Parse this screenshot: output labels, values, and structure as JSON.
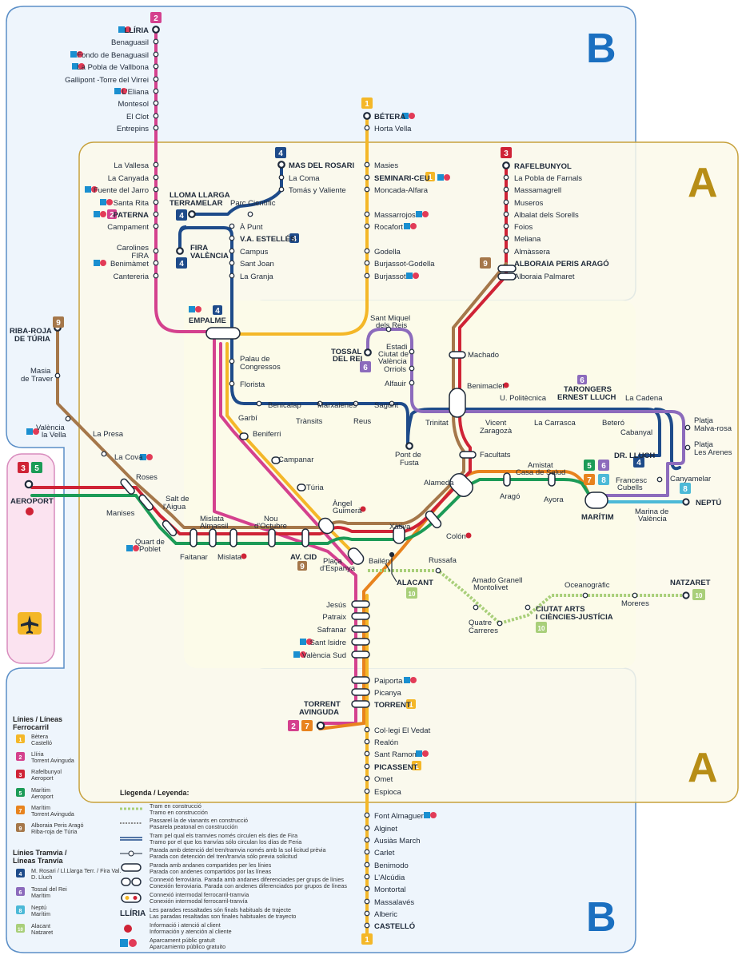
{
  "zones": {
    "a": "A",
    "b": "B"
  },
  "colors": {
    "l1": "#f4b728",
    "l2": "#d4418e",
    "l3": "#cf2336",
    "l5": "#1c9b57",
    "l7": "#e8831e",
    "l9": "#a5774a",
    "l4": "#1e4b8a",
    "l6": "#8c6bbc",
    "l8": "#4cb9d7",
    "l10": "#a9cf7a",
    "zoneA": "#c7a13c",
    "zoneB": "#5b8fc7",
    "airport": "#d88bbd"
  },
  "badges": {
    "l1": "1",
    "l2": "2",
    "l3": "3",
    "l4": "4",
    "l5": "5",
    "l6": "6",
    "l7": "7",
    "l8": "8",
    "l9": "9",
    "l10": "10"
  },
  "stations": {
    "lliria": "LLÍRIA",
    "benaguasil": "Benaguasil",
    "fondo": "Fondo de Benaguasil",
    "pobla_vallbona": "La Pobla de Vallbona",
    "gallipont": "Gallipont -Torre del Virrei",
    "leliana": "L'Eliana",
    "montesol": "Montesol",
    "elclot": "El Clot",
    "entrepins": "Entrepins",
    "vallesa": "La Vallesa",
    "canyada": "La Canyada",
    "fuente_jarro": "Fuente del Jarro",
    "santa_rita": "Santa Rita",
    "paterna": "PATERNA",
    "campament": "Campament",
    "carolines": "Carolines",
    "fira_c": "FIRA",
    "benimamet": "Benimàmet",
    "canteria": "Cantereria",
    "lloma1": "LLOMA LLARGA",
    "lloma2": "TERRAMELAR",
    "parc_cientific": "Parc Científic",
    "mas_rosari": "MAS DEL ROSARI",
    "la_coma": "La Coma",
    "tomas": "Tomás y Valiente",
    "apunt": "À Punt",
    "va_estelles": "V.A. ESTELLÉS",
    "fira_v1": "FIRA",
    "fira_v2": "VALÈNCIA",
    "campus": "Campus",
    "sant_joan": "Sant Joan",
    "la_granja": "La Granja",
    "betera": "BÉTERA",
    "horta_vella": "Horta Vella",
    "masies": "Masies",
    "seminari": "SEMINARI-CEU",
    "moncada": "Moncada-Alfara",
    "massarrojos": "Massarrojos",
    "rocafort": "Rocafort",
    "godella": "Godella",
    "burjassot_godella": "Burjassot-Godella",
    "burjassot": "Burjassot",
    "rafelbunyol": "RAFELBUNYOL",
    "pobla_farnals": "La Pobla de Farnals",
    "massamagrell": "Massamagrell",
    "museros": "Museros",
    "albalat": "Albalat dels Sorells",
    "foios": "Foios",
    "meliana": "Meliana",
    "almassera": "Almàssera",
    "alboraia_peris": "ALBORAIA PERIS ARAGÓ",
    "alboraia_palmaret": "Alboraia Palmaret",
    "empalme": "EMPALME",
    "palau1": "Palau de",
    "palau2": "Congressos",
    "florista": "Florista",
    "garbi": "Garbí",
    "benicalap": "Benicalap",
    "transits": "Trànsits",
    "marxalenes": "Marxalenes",
    "reus": "Reus",
    "sagunt": "Sagunt",
    "pont1": "Pont de",
    "pont2": "Fusta",
    "trinitat": "Trinitat",
    "sant_miquel1": "Sant Miquel",
    "sant_miquel2": "dels Reis",
    "tossal1": "TOSSAL",
    "tossal2": "DEL REI",
    "estadi1": "Estadi",
    "estadi2": "Ciutat de",
    "estadi3": "València",
    "orriols": "Orriols",
    "alfauir": "Alfauir",
    "machado": "Machado",
    "benimaclet": "Benimaclet",
    "upolitecnica": "U. Politècnica",
    "tarongers1": "TARONGERS",
    "tarongers2": "ERNEST LLUCH",
    "la_cadena": "La Cadena",
    "vicent1": "Vicent",
    "vicent2": "Zaragozà",
    "la_carrasca": "La Carrasca",
    "betero": "Beteró",
    "cabanyal": "Cabanyal",
    "malvarosa1": "Platja",
    "malvarosa2": "Malva-rosa",
    "arenes1": "Platja",
    "arenes2": "Les Arenes",
    "drlluch": "DR. LLUCH",
    "canyamelar": "Canyamelar",
    "francesc1": "Francesc",
    "francesc2": "Cubells",
    "neptu": "NEPTÚ",
    "maritim": "MARÍTIM",
    "marina1": "Marina de",
    "marina2": "València",
    "facultats": "Facultats",
    "amistat1": "Amistat",
    "amistat2": "Casa de Salud",
    "alameda": "Alameda",
    "arago": "Aragó",
    "ayora": "Ayora",
    "colon": "Colón",
    "xativa": "Xàtiva",
    "angel1": "Àngel",
    "angel2": "Guimerà",
    "beniferri": "Beniferri",
    "campanar": "Campanar",
    "turia": "Túria",
    "nou1": "Nou",
    "nou2": "d'Octubre",
    "mislata_alm1": "Mislata",
    "mislata_alm2": "Almassil",
    "mislata": "Mislata",
    "faitanar": "Faitanar",
    "avcid": "AV. CID",
    "placa1": "Plaça",
    "placa2": "d'Espanya",
    "bailen": "Bailén",
    "riba1": "RIBA-ROJA",
    "riba2": "DE TÚRIA",
    "masia1": "Masia",
    "masia2": "de Traver",
    "valencia_vella1": "València",
    "valencia_vella2": "la Vella",
    "la_presa": "La Presa",
    "la_cova": "La Cova",
    "roses": "Roses",
    "manises": "Manises",
    "salt1": "Salt de",
    "salt2": "l'Aigua",
    "quart1": "Quart de",
    "quart2": "Poblet",
    "aeroport": "AEROPORT",
    "russafa": "Russafa",
    "alacant": "ALACANT",
    "amado1": "Amado Granell",
    "amado2": "Montolivet",
    "quatre1": "Quatre",
    "quatre2": "Carreres",
    "ciutat1": "CIUTAT ARTS",
    "ciutat2": "I CIÈNCIES-JUSTÍCIA",
    "oceanografic": "Oceanogràfic",
    "moreres": "Moreres",
    "natzaret": "NATZARET",
    "jesus": "Jesús",
    "patraix": "Patraix",
    "safranar": "Safranar",
    "sant_isidre": "Sant Isidre",
    "valencia_sud": "València Sud",
    "paiporta": "Paiporta",
    "picanya": "Picanya",
    "torrent": "TORRENT",
    "torrent_av1": "TORRENT",
    "torrent_av2": "AVINGUDA",
    "colegi": "Col·legi El Vedat",
    "realon": "Realón",
    "sant_ramon": "Sant Ramon",
    "picassent": "PICASSENT",
    "omet": "Omet",
    "espioca": "Espioca",
    "font_almaguer": "Font Almaguer",
    "alginet": "Alginet",
    "ausias": "Ausiàs March",
    "carlet": "Carlet",
    "benimodo": "Benimodo",
    "alcudia": "L'Alcúdia",
    "montortal": "Montortal",
    "massalaves": "Massalavés",
    "alberic": "Alberic",
    "castello": "CASTELLÓ"
  },
  "legend": {
    "lines_title1": "Línies / Líneas",
    "lines_title2": "Ferrocarril",
    "l1a": "Bètera",
    "l1b": "Castelló",
    "l2a": "Llíria",
    "l2b": "Torrent Avinguda",
    "l3a": "Rafelbunyol",
    "l3b": "Aeroport",
    "l5a": "Marítim",
    "l5b": "Aeroport",
    "l7a": "Marítim",
    "l7b": "Torrent Avinguda",
    "l9a": "Alboraia Peris Aragó",
    "l9b": "Riba-roja de Túria",
    "tram_title1": "Línies Tramvia /",
    "tram_title2": "Líneas Tranvía",
    "l4a": "M. Rosari / Ll.Llarga Terr. / Fira Val.",
    "l4b": "D. Lluch",
    "l6a": "Tossal del Rei",
    "l6b": "Marítim",
    "l8a": "Neptú",
    "l8b": "Marítim",
    "l10a": "Alacant",
    "l10b": "Natzaret",
    "key_title": "Llegenda / Leyenda:",
    "k1a": "Tram en construcció",
    "k1b": "Tramo en construcción",
    "k2a": "Passarel·la de vianants en construcció",
    "k2b": "Pasarela peatonal en construcción",
    "k3a": "Tram pel qual els tramvies només circulen els dies de Fira",
    "k3b": "Tramo por el que los tranvías sólo circulan los días de Feria",
    "k4a": "Parada amb detenció del tren/tramvia només amb la sol·licitud prèvia",
    "k4b": "Parada con detención del tren/tranvía sólo previa solicitud",
    "k5a": "Parada amb andanes compartides per les línies",
    "k5b": "Parada con andenes compartidos por las líneas",
    "k6a": "Connexió ferroviària. Parada amb andanes diferenciades per grups de línies",
    "k6b": "Conexión ferroviaria. Parada con andenes diferenciados por grupos de líneas",
    "k7a": "Connexió intermodal ferrocarril-tramvia",
    "k7b": "Conexión intermodal ferrocarril-tranvía",
    "k8sample": "LLÍRIA",
    "k8a": "Les parades ressaltades són finals habituals de trajecte",
    "k8b": "Las paradas resaltadas son finales habituales de trayecto",
    "k9a": "Informació i atenció al client",
    "k9b": "Información y atención al cliente",
    "k10a": "Aparcament públic gratuït",
    "k10b": "Aparcamiento público gratuito"
  }
}
